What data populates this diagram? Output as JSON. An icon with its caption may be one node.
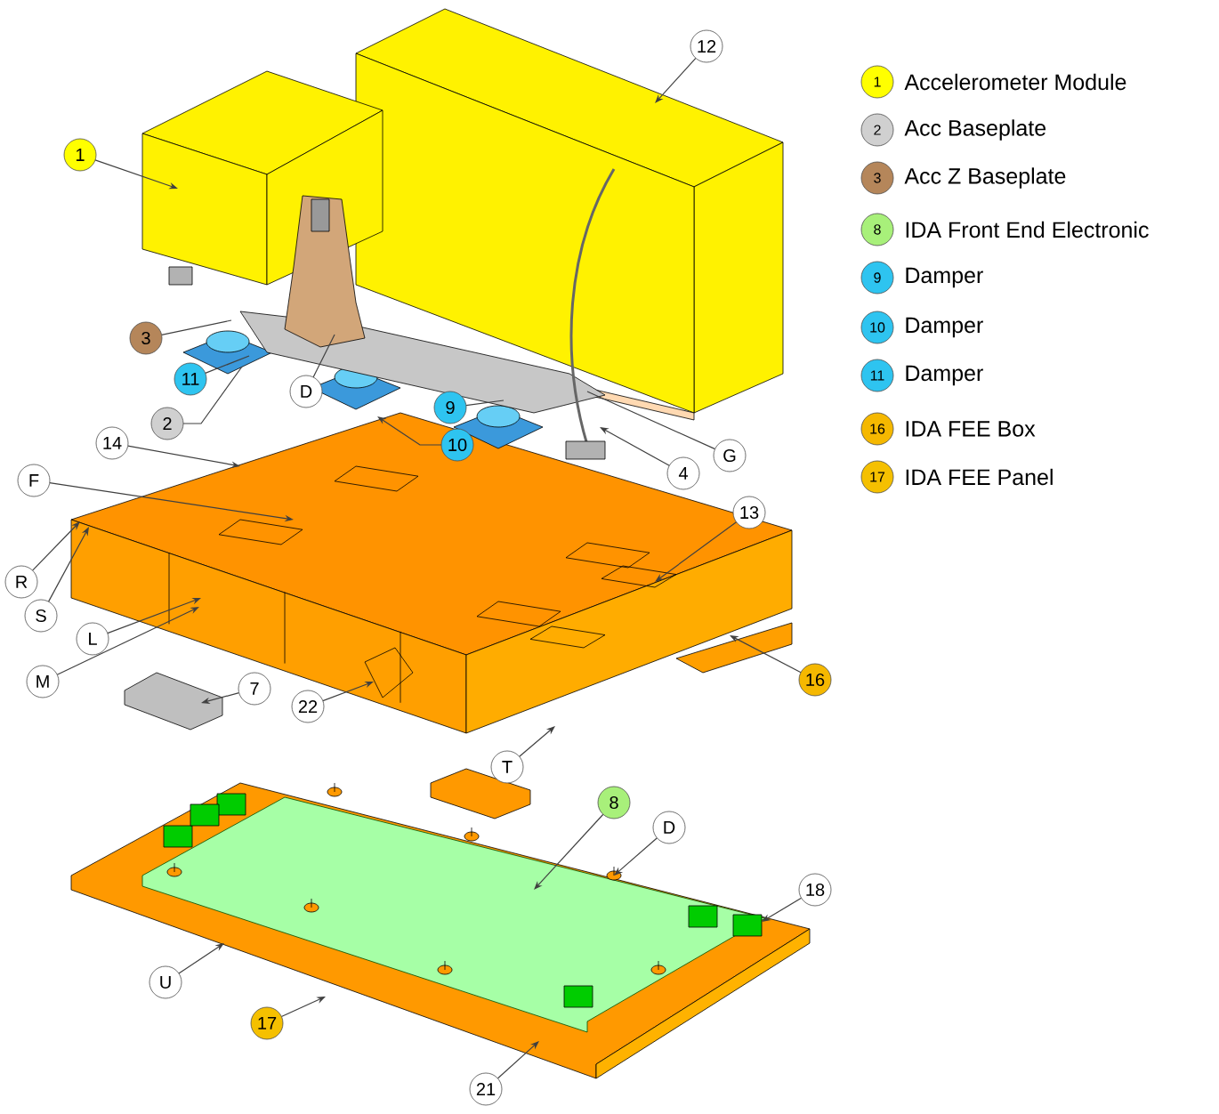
{
  "diagram": {
    "nodes": [
      {
        "text": [
          "1"
        ]
      },
      {
        "text": [
          "12"
        ]
      },
      {
        "text": [
          "3"
        ]
      },
      {
        "text": [
          "11"
        ]
      },
      {
        "text": [
          "D"
        ]
      },
      {
        "text": [
          "2"
        ]
      },
      {
        "text": [
          "9"
        ]
      },
      {
        "text": [
          "10"
        ]
      },
      {
        "text": [
          "G"
        ]
      },
      {
        "text": [
          "4"
        ]
      },
      {
        "text": [
          "14"
        ]
      },
      {
        "text": [
          "F"
        ]
      },
      {
        "text": [
          "13"
        ]
      },
      {
        "text": [
          "R"
        ]
      },
      {
        "text": [
          "S"
        ]
      },
      {
        "text": [
          "L"
        ]
      },
      {
        "text": [
          "M"
        ]
      },
      {
        "text": [
          "16"
        ]
      },
      {
        "text": [
          "7"
        ]
      },
      {
        "text": [
          "22"
        ]
      },
      {
        "text": [
          "T"
        ]
      },
      {
        "text": [
          "8"
        ]
      },
      {
        "text": [
          "D"
        ]
      },
      {
        "text": [
          "18"
        ]
      },
      {
        "text": [
          "U"
        ]
      },
      {
        "text": [
          "17"
        ]
      },
      {
        "text": [
          "21"
        ]
      }
    ],
    "edges": [
      {
        "from": 0,
        "to": null,
        "arrow": "to"
      },
      {
        "from": 1,
        "to": null,
        "arrow": "to"
      },
      {
        "from": 2,
        "to": null,
        "arrow": "none"
      },
      {
        "from": 3,
        "to": null,
        "arrow": "none"
      },
      {
        "from": 4,
        "to": null,
        "arrow": "none"
      },
      {
        "from": 5,
        "to": null,
        "arrow": "none"
      },
      {
        "from": 6,
        "to": null,
        "arrow": "none"
      },
      {
        "from": 7,
        "to": null,
        "arrow": "to"
      },
      {
        "from": 8,
        "to": null,
        "arrow": "none"
      },
      {
        "from": 9,
        "to": null,
        "arrow": "to"
      },
      {
        "from": 10,
        "to": null,
        "arrow": "to"
      },
      {
        "from": 11,
        "to": null,
        "arrow": "to"
      },
      {
        "from": 12,
        "to": null,
        "arrow": "to"
      },
      {
        "from": 13,
        "to": null,
        "arrow": "to"
      },
      {
        "from": 14,
        "to": null,
        "arrow": "to"
      },
      {
        "from": 15,
        "to": null,
        "arrow": "to"
      },
      {
        "from": 16,
        "to": null,
        "arrow": "to"
      },
      {
        "from": 17,
        "to": null,
        "arrow": "to"
      },
      {
        "from": 18,
        "to": null,
        "arrow": "to"
      },
      {
        "from": 19,
        "to": null,
        "arrow": "to"
      },
      {
        "from": 20,
        "to": null,
        "arrow": "to"
      },
      {
        "from": 21,
        "to": null,
        "arrow": "to"
      },
      {
        "from": 22,
        "to": null,
        "arrow": "to"
      },
      {
        "from": 23,
        "to": null,
        "arrow": "to"
      },
      {
        "from": 24,
        "to": null,
        "arrow": "to"
      },
      {
        "from": 25,
        "to": null,
        "arrow": "to"
      },
      {
        "from": 26,
        "to": null,
        "arrow": "to"
      }
    ],
    "labels": [
      "1",
      "2",
      "3",
      "8",
      "9",
      "10",
      "11",
      "16",
      "17"
    ],
    "legend": [
      {
        "text": "Accelerometer Module",
        "color": "#ffff00"
      },
      {
        "text": "Acc Baseplate",
        "color": "#d0d0d0"
      },
      {
        "text": "Acc Z Baseplate",
        "color": "#b5865a"
      },
      {
        "text": "IDA Front End Electronic",
        "color": "#a8f07a"
      },
      {
        "text": "Damper",
        "color": "#2ec4f0"
      },
      {
        "text": "Damper",
        "color": "#2ec4f0"
      },
      {
        "text": "Damper",
        "color": "#2ec4f0"
      },
      {
        "text": "IDA FEE Box",
        "color": "#f5b800"
      },
      {
        "text": "IDA FEE Panel",
        "color": "#f5c000"
      }
    ]
  }
}
